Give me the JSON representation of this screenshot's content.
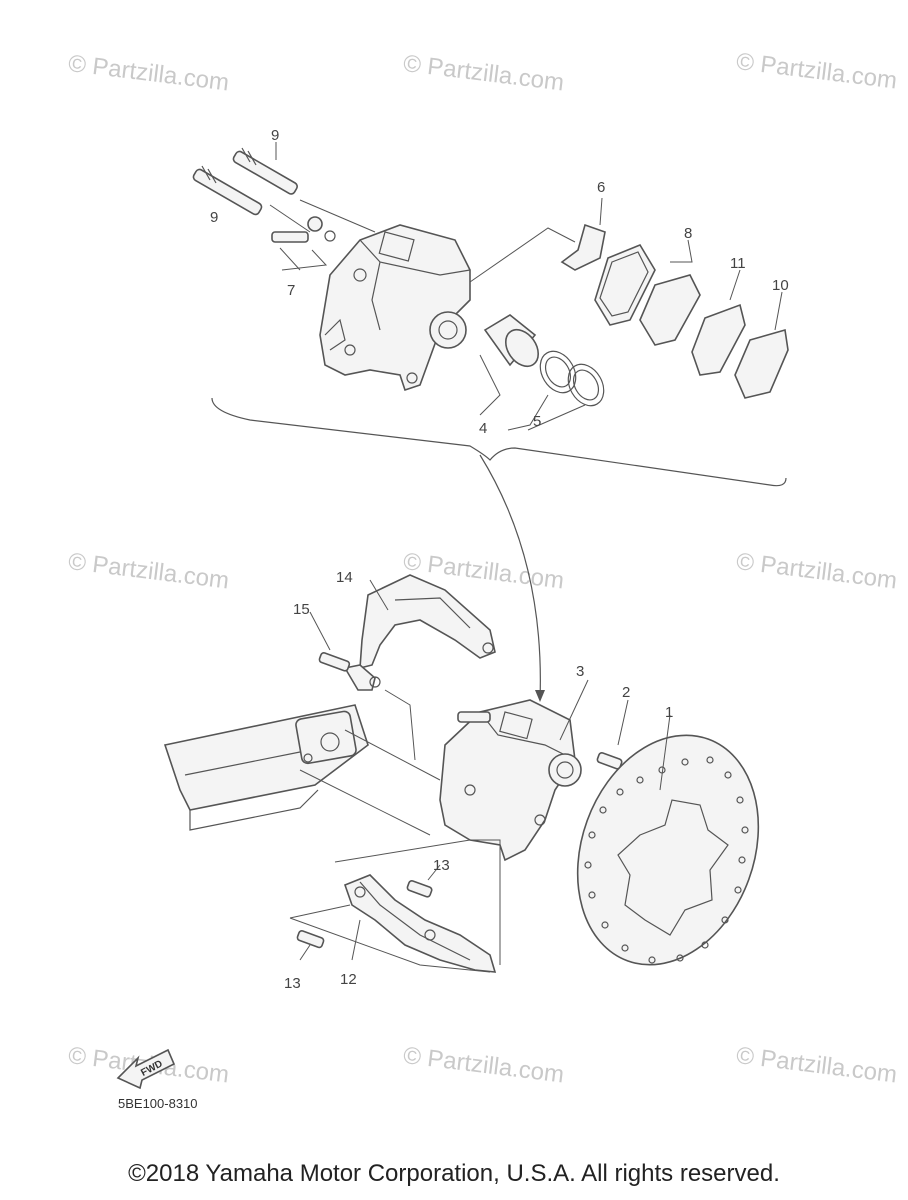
{
  "watermark": "© Partzilla.com",
  "callouts": [
    "1",
    "2",
    "3",
    "4",
    "5",
    "6",
    "7",
    "8",
    "9",
    "10",
    "11",
    "12",
    "13",
    "14",
    "15"
  ],
  "direction_marker": "FWD",
  "diagram_code": "5BE100-8310",
  "copyright": "©2018 Yamaha Motor Corporation, U.S.A. All rights reserved."
}
